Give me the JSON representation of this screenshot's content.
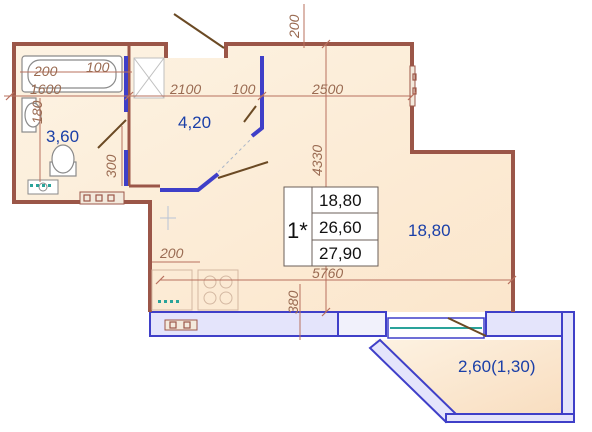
{
  "plan": {
    "apartment": {
      "number": "1*",
      "areas": [
        "18,80",
        "26,60",
        "27,90"
      ]
    },
    "rooms": {
      "bathroom": "3,60",
      "hallway": "4,20",
      "living": "18,80",
      "loggia": "2,60(1,30)"
    },
    "dimensions": {
      "d200_top": "200",
      "d200_bath": "200",
      "d100_bath": "100",
      "d1600": "1600",
      "d2100": "2100",
      "d100_mid": "100",
      "d2500": "2500",
      "d180": "180",
      "d300": "300",
      "d4330": "4330",
      "d200_kitchen": "200",
      "d5760": "5760",
      "d380": "380"
    },
    "colors": {
      "wall": "#9b5648",
      "floor": "#fcecd6",
      "balcony_wall": "#3f3fc8",
      "dimension": "#9a6b52",
      "area_text": "#1a3fa8",
      "door_leaf": "#6b4a24"
    }
  }
}
